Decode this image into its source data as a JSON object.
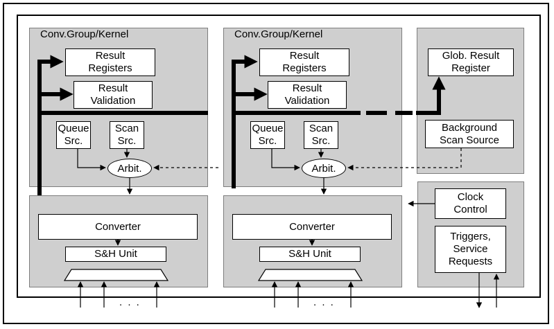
{
  "kernel_left": {
    "title": "Conv.Group/Kernel",
    "result_registers": "Result\nRegisters",
    "result_validation": "Result\nValidation",
    "queue_src": "Queue\nSrc.",
    "scan_src": "Scan\nSrc.",
    "arbiter": "Arbit.",
    "converter": "Converter",
    "sh_unit": "S&H Unit",
    "input_dots": ". . ."
  },
  "kernel_right": {
    "title": "Conv.Group/Kernel",
    "result_registers": "Result\nRegisters",
    "result_validation": "Result\nValidation",
    "queue_src": "Queue\nSrc.",
    "scan_src": "Scan\nSrc.",
    "arbiter": "Arbit.",
    "converter": "Converter",
    "sh_unit": "S&H Unit",
    "input_dots": ". . ."
  },
  "global": {
    "glob_result_register": "Glob. Result\nRegister",
    "background_scan_source": "Background\nScan Source"
  },
  "control": {
    "clock_control": "Clock\nControl",
    "triggers": "Triggers,\nService\nRequests"
  }
}
